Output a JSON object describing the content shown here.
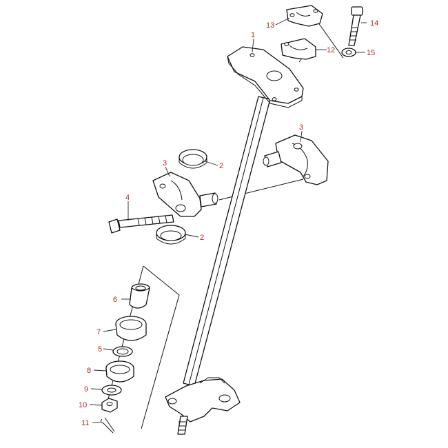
{
  "diagram": {
    "accent_color": "#b3261e",
    "line_color": "#111111",
    "callouts": {
      "c1": "1",
      "c2a": "2",
      "c2b": "2",
      "c3a": "3",
      "c3b": "3",
      "c4": "4",
      "c5": "5",
      "c6": "6",
      "c7": "7",
      "c8": "8",
      "c9": "9",
      "c10": "10",
      "c11": "11",
      "c12": "12",
      "c13": "13",
      "c14": "14",
      "c15": "15"
    }
  }
}
